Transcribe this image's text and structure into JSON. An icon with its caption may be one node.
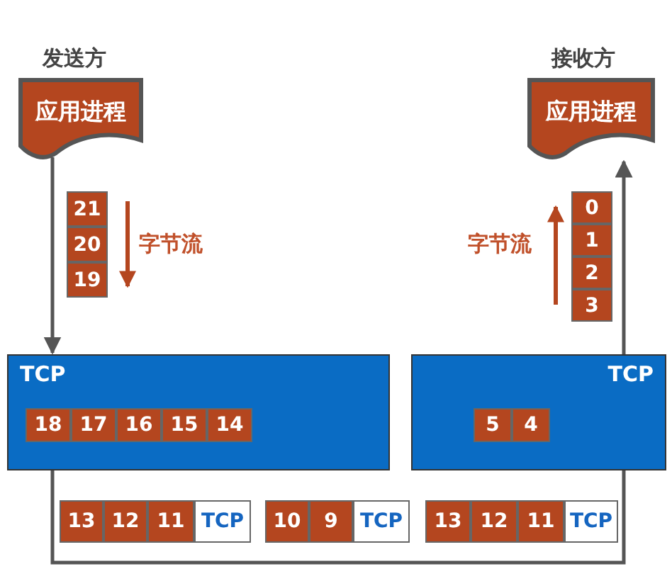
{
  "diagram": {
    "nodes": [
      {
        "text": [
          "应用进程"
        ],
        "beside": [
          "发送方"
        ]
      },
      {
        "text": [
          "应用进程"
        ],
        "beside": [
          "接收方"
        ]
      },
      {
        "text": [
          "TCP"
        ]
      },
      {
        "text": [
          "18"
        ],
        "in": 2
      },
      {
        "text": [
          "17"
        ],
        "in": 2
      },
      {
        "text": [
          "16"
        ],
        "in": 2
      },
      {
        "text": [
          "15"
        ],
        "in": 2
      },
      {
        "text": [
          "14"
        ],
        "in": 2
      },
      {
        "text": [
          "TCP"
        ]
      },
      {
        "text": [
          "5"
        ],
        "in": 8
      },
      {
        "text": [
          "4"
        ],
        "in": 8
      },
      {
        "text": [
          "21"
        ]
      },
      {
        "text": [
          "20"
        ]
      },
      {
        "text": [
          "19"
        ]
      },
      {
        "text": [
          "0"
        ]
      },
      {
        "text": [
          "1"
        ]
      },
      {
        "text": [
          "2"
        ]
      },
      {
        "text": [
          "3"
        ]
      },
      {
        "text": [
          "13"
        ]
      },
      {
        "text": [
          "12"
        ]
      },
      {
        "text": [
          "11"
        ]
      },
      {
        "text": [
          "TCP"
        ]
      },
      {
        "text": [
          "10"
        ]
      },
      {
        "text": [
          "9"
        ]
      },
      {
        "text": [
          "TCP"
        ]
      },
      {
        "text": [
          "13"
        ]
      },
      {
        "text": [
          "12"
        ]
      },
      {
        "text": [
          "11"
        ]
      },
      {
        "text": [
          "TCP"
        ]
      }
    ],
    "edges": [
      {
        "from": 0,
        "to": 2,
        "arrow": "to"
      },
      {
        "from": 2,
        "to": 8,
        "arrow": "none"
      },
      {
        "from": 8,
        "to": 1,
        "arrow": "to"
      }
    ],
    "labels": [
      "字节流",
      "字节流"
    ]
  }
}
